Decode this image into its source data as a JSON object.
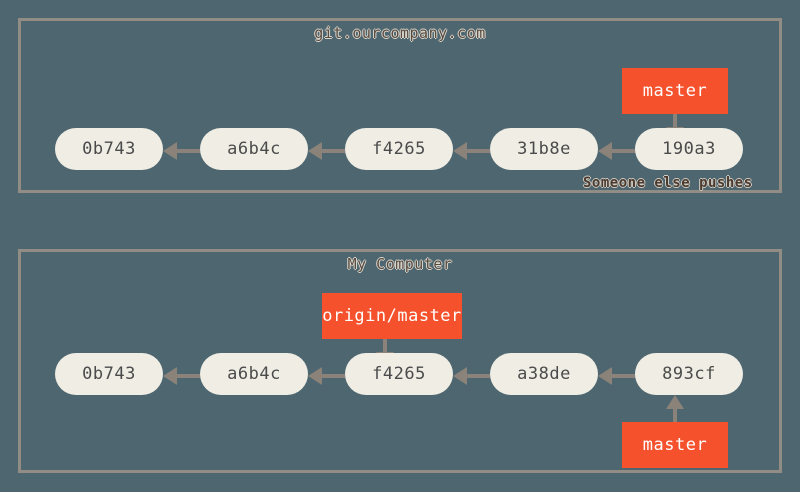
{
  "diagram": {
    "background_color": "#4d6670",
    "panel_border_color": "#918d84",
    "commit_fill_color": "#efede4",
    "ref_box_color": "#f4512c",
    "arrow_color": "#8b8279"
  },
  "panels": [
    {
      "name": "remote",
      "title": "git.ourcompany.com",
      "commits": [
        {
          "id": "0b743"
        },
        {
          "id": "a6b4c"
        },
        {
          "id": "f4265"
        },
        {
          "id": "31b8e"
        },
        {
          "id": "190a3"
        }
      ],
      "refs": [
        {
          "label": "master",
          "points_to": "190a3",
          "direction": "down"
        }
      ],
      "annotation": "Someone else pushes"
    },
    {
      "name": "local",
      "title": "My Computer",
      "commits": [
        {
          "id": "0b743"
        },
        {
          "id": "a6b4c"
        },
        {
          "id": "f4265"
        },
        {
          "id": "a38de"
        },
        {
          "id": "893cf"
        }
      ],
      "refs": [
        {
          "label": "origin/master",
          "points_to": "f4265",
          "direction": "down"
        },
        {
          "label": "master",
          "points_to": "893cf",
          "direction": "up"
        }
      ]
    }
  ]
}
